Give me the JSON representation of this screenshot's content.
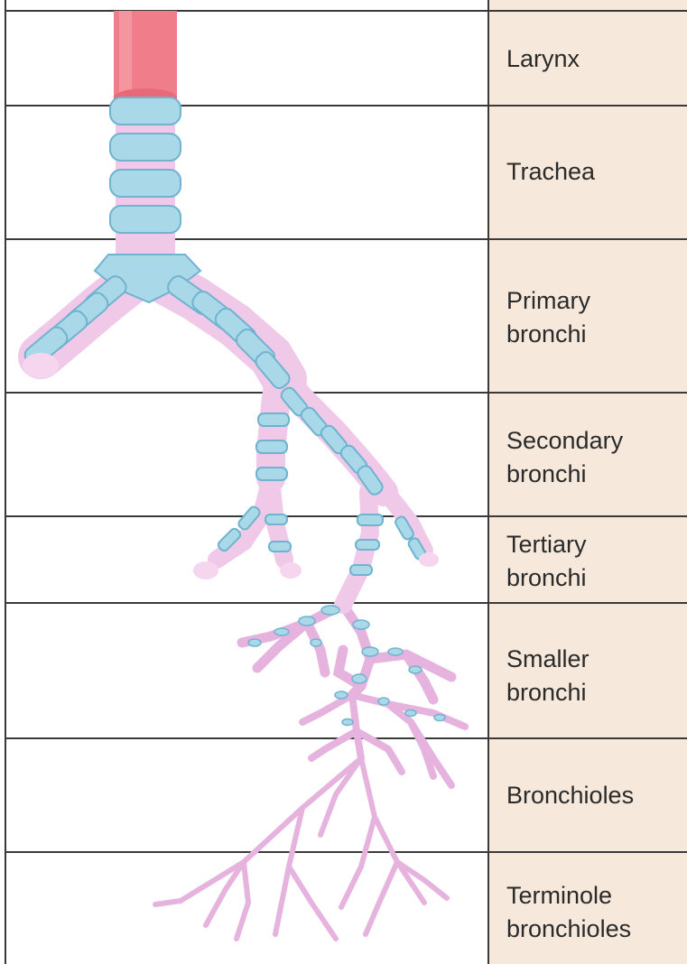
{
  "levels": [
    {
      "id": "larynx",
      "lines": [
        "Larynx"
      ]
    },
    {
      "id": "trachea",
      "lines": [
        "Trachea"
      ]
    },
    {
      "id": "primary-bronchi",
      "lines": [
        "Primary",
        "bronchi"
      ]
    },
    {
      "id": "secondary-bronchi",
      "lines": [
        "Secondary",
        "bronchi"
      ]
    },
    {
      "id": "tertiary-bronchi",
      "lines": [
        "Tertiary",
        "bronchi"
      ]
    },
    {
      "id": "smaller-bronchi",
      "lines": [
        "Smaller",
        "bronchi"
      ]
    },
    {
      "id": "bronchioles",
      "lines": [
        "Bronchioles"
      ]
    },
    {
      "id": "terminole-bronchioles",
      "lines": [
        "Terminole",
        "bronchioles"
      ]
    }
  ],
  "colors": {
    "label_column": "#f6e9dc",
    "grid_line": "#3a3a3a",
    "larynx": "#f07e8a",
    "cartilage_fill": "#a9d8e8",
    "cartilage_stroke": "#6fb3cf",
    "airway": "#f0c8e8",
    "airway_stroke": "#d99fd3"
  }
}
